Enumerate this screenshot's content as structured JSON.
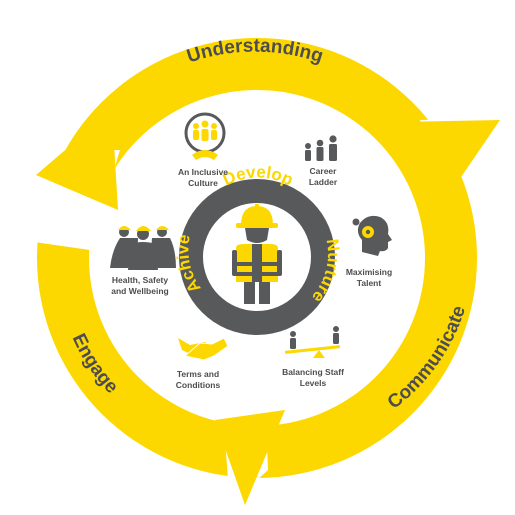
{
  "cycle": {
    "top_label": "Understanding",
    "right_label": "Communicate",
    "left_label": "Engage"
  },
  "core": {
    "top_label": "Develop",
    "right_label": "Nurture",
    "left_label": "Achive"
  },
  "items": {
    "inclusive": [
      "An Inclusive",
      "Culture"
    ],
    "career": [
      "Career",
      "Ladder"
    ],
    "talent": [
      "Maximising",
      "Talent"
    ],
    "staff": [
      "Balancing Staff",
      "Levels"
    ],
    "terms": [
      "Terms and",
      "Conditions"
    ],
    "health": [
      "Health, Safety",
      "and Wellbeing"
    ]
  },
  "colors": {
    "yellow": "#fdd800",
    "dark_gray": "#58595b",
    "text_gray": "#4d4d4f",
    "white": "#ffffff"
  },
  "icons": {
    "inclusive": "people-group-handshake-icon",
    "career": "career-ladder-people-icon",
    "talent": "head-gears-icon",
    "staff": "balance-seesaw-people-icon",
    "terms": "handshake-icon",
    "health": "workers-hardhats-icon",
    "center": "construction-worker-icon"
  }
}
